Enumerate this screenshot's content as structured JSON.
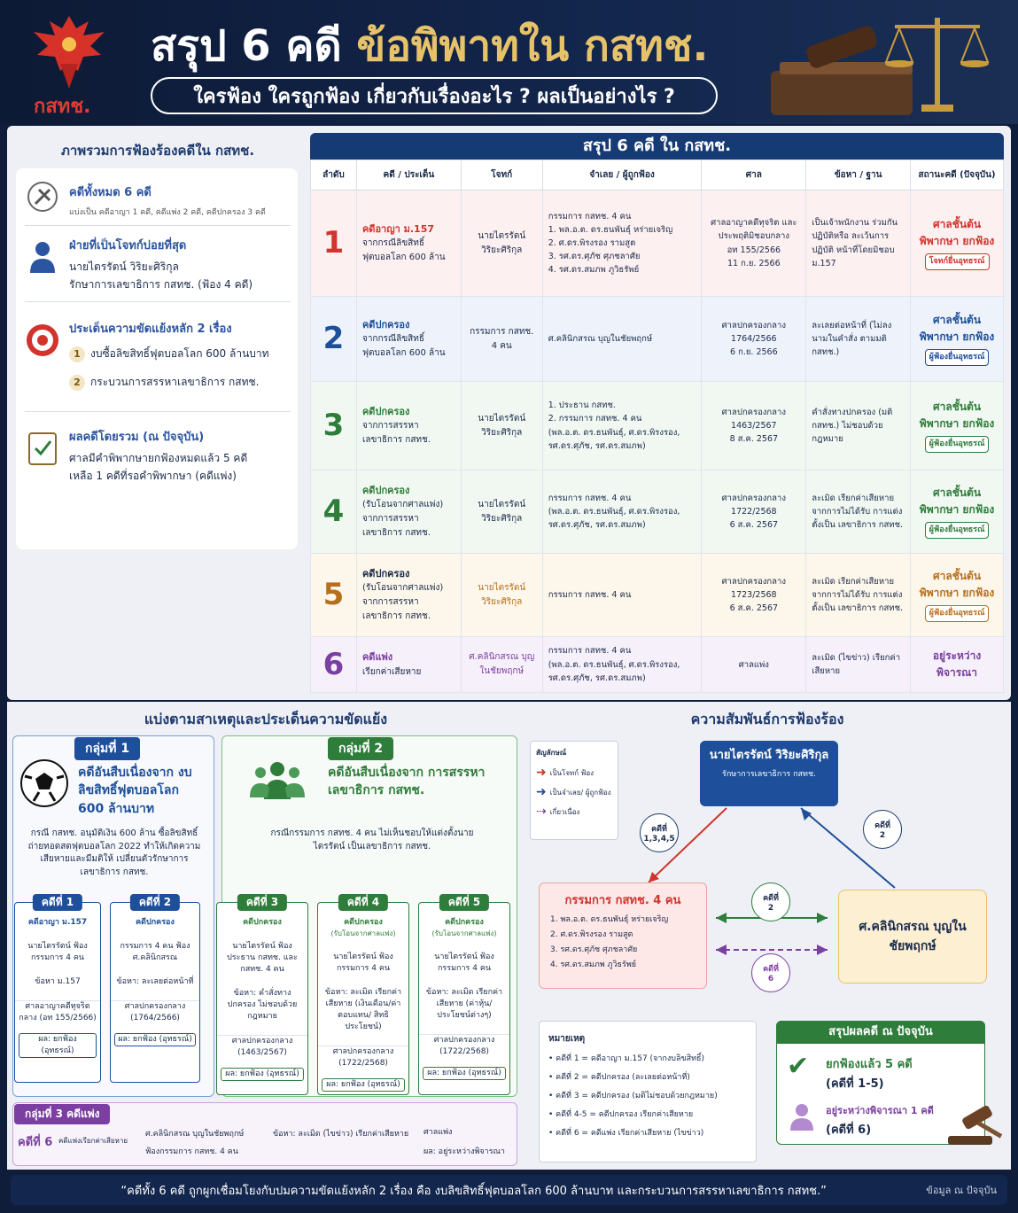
{
  "header": {
    "logo_text": "กสทช.",
    "title_white": "สรุป 6 คดี",
    "title_gold": "ข้อพิพาทใน กสทช.",
    "subtitle": "ใครฟ้อง ใครถูกฟ้อง เกี่ยวกับเรื่องอะไร ? ผลเป็นอย่างไร ?"
  },
  "overview": {
    "title": "ภาพรวมการฟ้องร้องคดีใน กสทช.",
    "total_head": "คดีทั้งหมด 6 คดี",
    "total_sub": "แบ่งเป็น คดีอาญา 1 คดี, คดีแพ่ง 2 คดี, คดีปกครอง 3 คดี",
    "plaintiff_head": "ฝ่ายที่เป็นโจทก์บ่อยที่สุด",
    "plaintiff_name": "นายไตรรัตน์ วิริยะศิริกุล",
    "plaintiff_role": "รักษาการเลขาธิการ กสทช. (ฟ้อง 4 คดี)",
    "issues_head": "ประเด็นความขัดแย้งหลัก 2 เรื่อง",
    "issue1_num": "1",
    "issue1": "งบซื้อลิขสิทธิ์ฟุตบอลโลก 600 ล้านบาท",
    "issue2_num": "2",
    "issue2": "กระบวนการสรรหาเลขาธิการ กสทช.",
    "result_head": "ผลคดีโดยรวม (ณ ปัจจุบัน)",
    "result_line1": "ศาลมีคำพิพากษายกฟ้องหมดแล้ว 5 คดี",
    "result_line2": "เหลือ 1 คดีที่รอคำพิพากษา (คดีแพ่ง)"
  },
  "table": {
    "title": "สรุป 6 คดี ใน กสทช.",
    "headers": [
      "ลำดับ",
      "คดี / ประเด็น",
      "โจทก์",
      "จำเลย / ผู้ถูกฟ้อง",
      "ศาล",
      "ข้อหา / ฐาน",
      "สถานะคดี (ปัจจุบัน)"
    ],
    "rows": [
      {
        "no": "1",
        "type": "คดีอาญา ม.157",
        "issue": "จากกรณีลิขสิทธิ์ ฟุตบอลโลก 600 ล้าน",
        "plaintiff": "นายไตรรัตน์ วิริยะศิริกุล",
        "defendant": "กรรมการ กสทช. 4 คน\n1. พล.อ.ต. ดร.ธนพันธุ์ หร่ายเจริญ\n2. ศ.ดร.พิรงรอง รามสูต\n3. รศ.ดร.ศุภัช ศุภชลาศัย\n4. รศ.ดร.สมภพ ภูวิธรัพย์",
        "court": "ศาลอาญาคดีทุจริต และประพฤติมิชอบกลาง\nอท 155/2566\n11 ก.ย. 2566",
        "charge": "เป็นเจ้าพนักงาน ร่วมกันปฏิบัติหรือ ละเว้นการปฏิบัติ หน้าที่โดยมิชอบ ม.157",
        "status": "ศาลชั้นต้น พิพากษา ยกฟ้อง",
        "appeal": "โจทก์ยื่นอุทธรณ์"
      },
      {
        "no": "2",
        "type": "คดีปกครอง",
        "issue": "จากกรณีลิขสิทธิ์ ฟุตบอลโลก 600 ล้าน",
        "plaintiff": "กรรมการ กสทช. 4 คน",
        "defendant": "ศ.คลินิกสรณ บุญในชัยพฤกษ์",
        "court": "ศาลปกครองกลาง\n1764/2566\n6 ก.ย. 2566",
        "charge": "ละเลยต่อหน้าที่ (ไม่ลงนามในคำสั่ง ตามมติ กสทช.)",
        "status": "ศาลชั้นต้น พิพากษา ยกฟ้อง",
        "appeal": "ผู้ฟ้องยื่นอุทธรณ์"
      },
      {
        "no": "3",
        "type": "คดีปกครอง",
        "issue": "จากการสรรหา เลขาธิการ กสทช.",
        "plaintiff": "นายไตรรัตน์ วิริยะศิริกุล",
        "defendant": "1. ประธาน กสทช.\n2. กรรมการ กสทช. 4 คน\n(พล.อ.ต. ดร.ธนพันธุ์, ศ.ดร.พิรงรอง, รศ.ดร.ศุภัช, รศ.ดร.สมภพ)",
        "court": "ศาลปกครองกลาง\n1463/2567\n8 ส.ค. 2567",
        "charge": "คำสั่งทางปกครอง (มติ กสทช.) ไม่ชอบด้วยกฎหมาย",
        "status": "ศาลชั้นต้น พิพากษา ยกฟ้อง",
        "appeal": "ผู้ฟ้องยื่นอุทธรณ์"
      },
      {
        "no": "4",
        "type": "คดีปกครอง",
        "issue": "(รับโอนจากศาลแพ่ง) จากการสรรหา เลขาธิการ กสทช.",
        "plaintiff": "นายไตรรัตน์ วิริยะศิริกุล",
        "defendant": "กรรมการ กสทช. 4 คน\n(พล.อ.ต. ดร.ธนพันธุ์, ศ.ดร.พิรงรอง, รศ.ดร.ศุภัช, รศ.ดร.สมภพ)",
        "court": "ศาลปกครองกลาง\n1722/2568\n6 ส.ค. 2567",
        "charge": "ละเมิด เรียกค่าเสียหาย จากการไม่ได้รับ การแต่งตั้งเป็น เลขาธิการ กสทช.",
        "status": "ศาลชั้นต้น พิพากษา ยกฟ้อง",
        "appeal": "ผู้ฟ้องยื่นอุทธรณ์"
      },
      {
        "no": "5",
        "type": "คดีปกครอง",
        "issue": "(รับโอนจากศาลแพ่ง) จากการสรรหา เลขาธิการ กสทช.",
        "plaintiff": "นายไตรรัตน์ วิริยะศิริกุล",
        "defendant": "กรรมการ กสทช. 4 คน",
        "court": "ศาลปกครองกลาง\n1723/2568\n6 ส.ค. 2567",
        "charge": "ละเมิด เรียกค่าเสียหาย จากการไม่ได้รับ การแต่งตั้งเป็น เลขาธิการ กสทช.",
        "status": "ศาลชั้นต้น พิพากษา ยกฟ้อง",
        "appeal": "ผู้ฟ้องยื่นอุทธรณ์"
      },
      {
        "no": "6",
        "type": "คดีแพ่ง",
        "issue": "เรียกค่าเสียหาย",
        "plaintiff": "ศ.คลินิกสรณ บุญในชัยพฤกษ์",
        "defendant": "กรรมการ กสทช. 4 คน\n(พล.อ.ต. ดร.ธนพันธุ์, ศ.ดร.พิรงรอง, รศ.ดร.ศุภัช, รศ.ดร.สมภพ)",
        "court": "ศาลแพ่ง",
        "charge": "ละเมิด (ไขข่าว) เรียกค่าเสียหาย",
        "status": "อยู่ระหว่าง พิจารณา",
        "appeal": ""
      }
    ]
  },
  "groups": {
    "title": "แบ่งตามสาเหตุและประเด็นความขัดแย้ง",
    "g1_label": "กลุ่มที่ 1",
    "g1_title": "คดีอันสืบเนื่องจาก งบลิขสิทธิ์ฟุตบอลโลก 600 ล้านบาท",
    "g1_desc": "กรณี กสทช. อนุมัติเงิน 600 ล้าน ซื้อลิขสิทธิ์ถ่ายทอดสดฟุตบอลโลก 2022 ทำให้เกิดความเสียหายและมีมติให้ เปลี่ยนตัวรักษาการเลขาธิการ กสทช.",
    "g2_label": "กลุ่มที่ 2",
    "g2_title": "คดีอันสืบเนื่องจาก การสรรหาเลขาธิการ กสทช.",
    "g2_desc": "กรณีกรรมการ กสทช. 4 คน ไม่เห็นชอบให้แต่งตั้งนายไตรรัตน์ เป็นเลขาธิการ กสทช.",
    "cases": [
      {
        "tag": "คดีที่ 1",
        "type": "คดีอาญา ม.157",
        "who": "นายไตรรัตน์ ฟ้องกรรมการ 4 คน",
        "charge": "ข้อหา ม.157",
        "court": "ศาลอาญาคดีทุจริตกลาง (อท 155/2566)",
        "result": "ผล: ยกฟ้อง (อุทธรณ์)"
      },
      {
        "tag": "คดีที่ 2",
        "type": "คดีปกครอง",
        "who": "กรรมการ 4 คน ฟ้อง ศ.คลินิกสรณ",
        "charge": "ข้อหา: ละเลยต่อหน้าที่",
        "court": "ศาลปกครองกลาง (1764/2566)",
        "result": "ผล: ยกฟ้อง (อุทธรณ์)"
      },
      {
        "tag": "คดีที่ 3",
        "type": "คดีปกครอง",
        "who": "นายไตรรัตน์ ฟ้อง ประธาน กสทช. และ กสทช. 4 คน",
        "charge": "ข้อหา: คำสั่งทางปกครอง ไม่ชอบด้วยกฎหมาย",
        "court": "ศาลปกครองกลาง (1463/2567)",
        "result": "ผล: ยกฟ้อง (อุทธรณ์)"
      },
      {
        "tag": "คดีที่ 4",
        "type": "คดีปกครอง",
        "sub": "(รับโอนจากศาลแพ่ง)",
        "who": "นายไตรรัตน์ ฟ้อง กรรมการ 4 คน",
        "charge": "ข้อหา: ละเมิด เรียกค่าเสียหาย (เงินเดือน/ค่าตอบแทน/ สิทธิประโยชน์)",
        "court": "ศาลปกครองกลาง (1722/2568)",
        "result": "ผล: ยกฟ้อง (อุทธรณ์)"
      },
      {
        "tag": "คดีที่ 5",
        "type": "คดีปกครอง",
        "sub": "(รับโอนจากศาลแพ่ง)",
        "who": "นายไตรรัตน์ ฟ้อง กรรมการ 4 คน",
        "charge": "ข้อหา: ละเมิด เรียกค่าเสียหาย (ค่าหุ้น/ประโยชน์ต่างๆ)",
        "court": "ศาลปกครองกลาง (1722/2568)",
        "result": "ผล: ยกฟ้อง (อุทธรณ์)"
      }
    ],
    "g3_label": "กลุ่มที่ 3 คดีแพ่ง",
    "g3_case": "คดีที่ 6",
    "g3_type": "คดีแพ่งเรียกค่าเสียหาย",
    "g3_who1": "ศ.คลินิกสรณ บุญในชัยพฤกษ์",
    "g3_who2": "ฟ้องกรรมการ กสทช. 4 คน",
    "g3_charge": "ข้อหา: ละเมิด (ไขข่าว) เรียกค่าเสียหาย",
    "g3_court": "ศาลแพ่ง",
    "g3_result": "ผล: อยู่ระหว่างพิจารณา"
  },
  "relations": {
    "title": "ความสัมพันธ์การฟ้องร้อง",
    "legend_title": "สัญลักษณ์",
    "legend_1": "เป็นโจทก์ ฟ้อง",
    "legend_2": "เป็นจำเลย/ ผู้ถูกฟ้อง",
    "legend_3": "เกี่ยวเนื่อง",
    "node_top_name": "นายไตรรัตน์ วิริยะศิริกุล",
    "node_top_role": "รักษาการเลขาธิการ กสทช.",
    "node_left_title": "กรรมการ กสทช. 4 คน",
    "node_left_items": [
      "1. พล.อ.ต. ดร.ธนพันธุ์ หร่ายเจริญ",
      "2. ศ.ดร.พิรงรอง รามสูต",
      "3. รศ.ดร.ศุภัช ศุภชลาศัย",
      "4. รศ.ดร.สมภพ ภูวิธรัพย์"
    ],
    "node_right": "ศ.คลินิกสรณ บุญในชัยพฤกษ์",
    "tag_a_label": "คดีที่",
    "tag_a_num": "1,3,4,5",
    "tag_b_label": "คดีที่",
    "tag_b_num": "2",
    "tag_c_label": "คดีที่",
    "tag_c_num": "2",
    "tag_d_label": "คดีที่",
    "tag_d_num": "6"
  },
  "notes": {
    "title": "หมายเหตุ",
    "items": [
      "• คดีที่ 1 = คดีอาญา ม.157 (จากงบลิขสิทธิ์)",
      "• คดีที่ 2 = คดีปกครอง (ละเลยต่อหน้าที่)",
      "• คดีที่ 3 = คดีปกครอง (มติไม่ชอบด้วยกฎหมาย)",
      "• คดีที่ 4-5 = คดีปกครอง เรียกค่าเสียหาย",
      "• คดีที่ 6 = คดีแพ่ง เรียกค่าเสียหาย (ไขข่าว)"
    ]
  },
  "summary": {
    "title": "สรุปผลคดี ณ ปัจจุบัน",
    "line1": "ยกฟ้องแล้ว 5 คดี",
    "line1b": "(คดีที่ 1-5)",
    "line2": "อยู่ระหว่างพิจารณา 1 คดี",
    "line2b": "(คดีที่ 6)"
  },
  "footer": {
    "quote": "“คดีทั้ง 6 คดี ถูกผูกเชื่อมโยงกับปมความขัดแย้งหลัก 2 เรื่อง คือ งบลิขสิทธิ์ฟุตบอลโลก 600 ล้านบาท และกระบวนการสรรหาเลขาธิการ กสทช.”",
    "source": "ข้อมูล ณ ปัจจุบัน"
  },
  "colors": {
    "navy": "#13264d",
    "gold": "#e6c26a",
    "red": "#d0342c",
    "blue": "#1e4f9a",
    "green": "#2e7d3a",
    "purple": "#7a3fa0"
  }
}
